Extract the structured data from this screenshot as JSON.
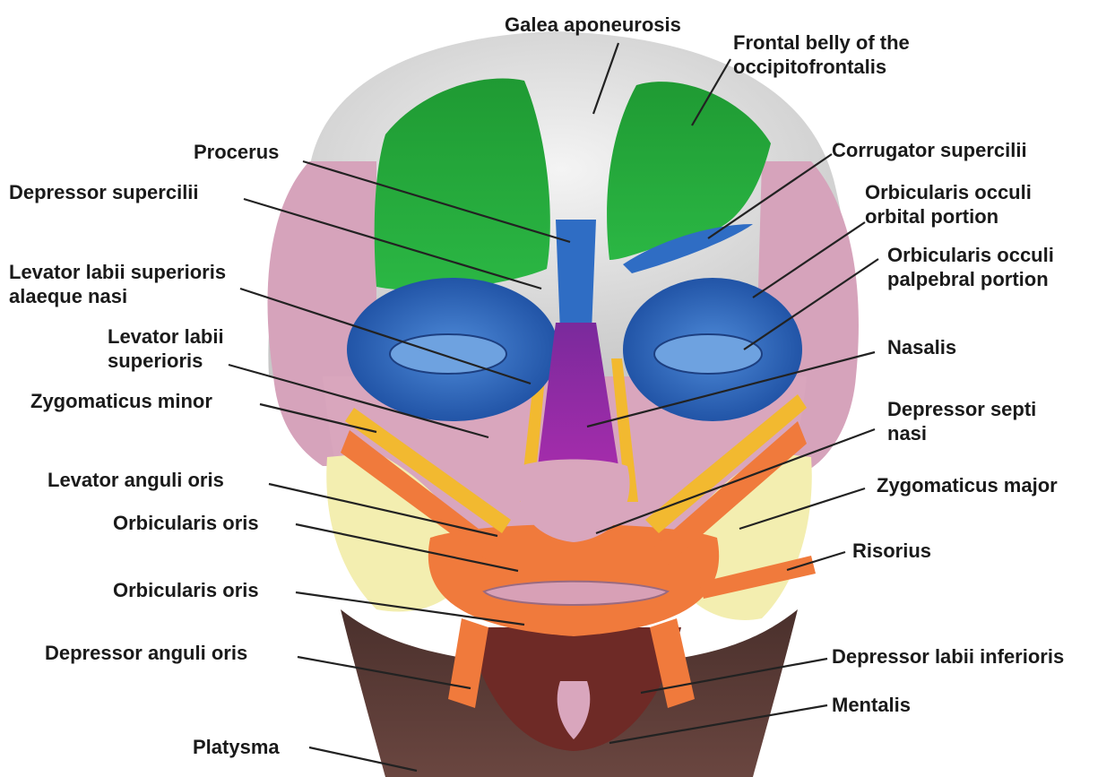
{
  "labels": {
    "galea": "Galea aponeurosis",
    "frontal_1": "Frontal belly of the",
    "frontal_2": "occipitofrontalis",
    "procerus": "Procerus",
    "depressor_supercilii": "Depressor supercilii",
    "corrugator": "Corrugator supercilii",
    "oo_orbital_1": "Orbicularis occuli",
    "oo_orbital_2": "orbital portion",
    "llsan_1": "Levator labii superioris",
    "llsan_2": "alaeque nasi",
    "oo_palpebral_1": "Orbicularis occuli",
    "oo_palpebral_2": "palpebral portion",
    "lls_1": "Levator labii",
    "lls_2": "superioris",
    "nasalis": "Nasalis",
    "zyg_minor": "Zygomaticus minor",
    "dep_septi_1": "Depressor septi",
    "dep_septi_2": "nasi",
    "lev_anguli": "Levator anguli oris",
    "zyg_major": "Zygomaticus major",
    "orb_oris_1": "Orbicularis oris",
    "risorius": "Risorius",
    "orb_oris_2": "Orbicularis oris",
    "dep_anguli": "Depressor anguli oris",
    "dep_labii": "Depressor labii inferioris",
    "mentalis": "Mentalis",
    "platysma": "Platysma"
  },
  "colors": {
    "skin": "#d9a6bd",
    "frontalis_green": "#22a83a",
    "orbicularis_blue": "#2f6dc4",
    "nasalis_purple": "#9a2aa6",
    "oral_orange": "#f07a3c",
    "zygomatic_yellow": "#f2b930",
    "fat_yellow": "#f3eeb0",
    "neck_brown": "#5a3a34",
    "chin_maroon": "#6e2a26",
    "galea_gray": "#dcdcdc"
  }
}
